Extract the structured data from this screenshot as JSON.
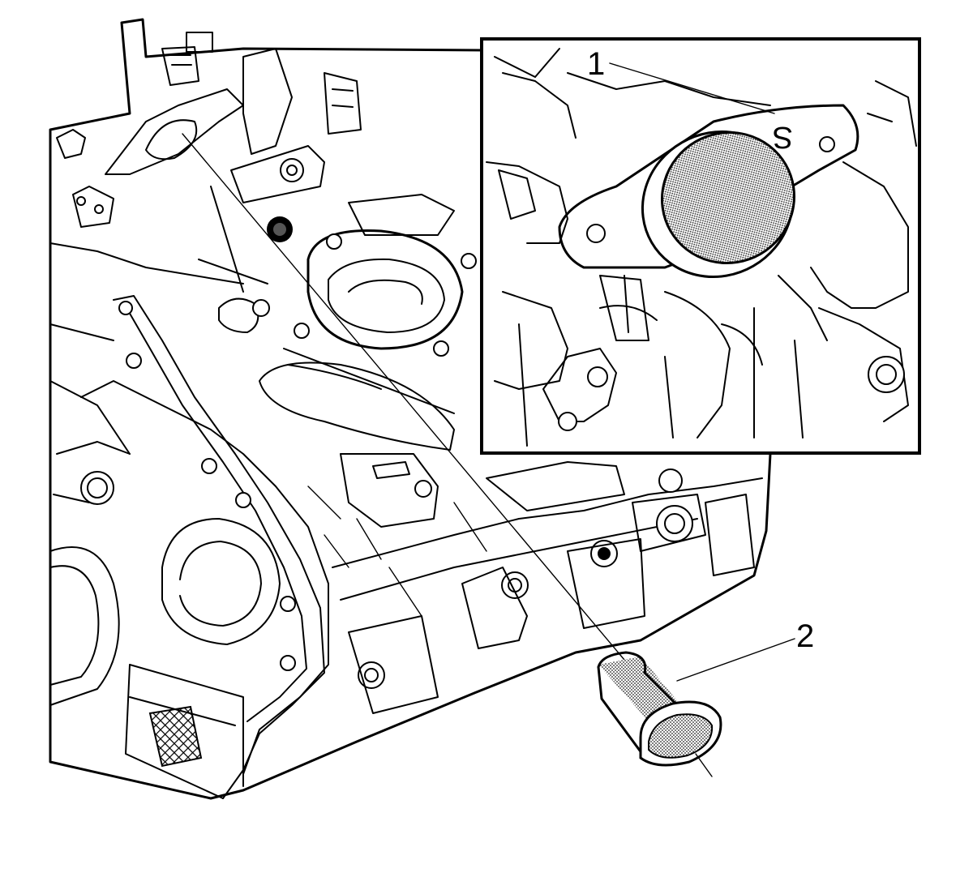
{
  "diagram": {
    "callouts": [
      {
        "id": "1",
        "label": "1"
      },
      {
        "id": "2",
        "label": "2"
      }
    ],
    "inset_mark": "S"
  }
}
